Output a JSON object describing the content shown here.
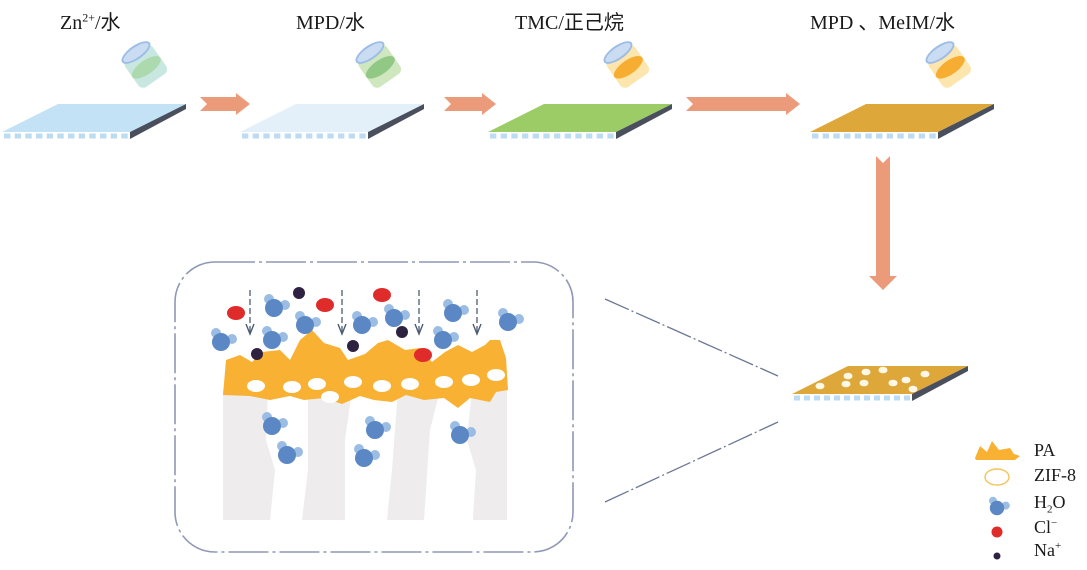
{
  "steps": [
    {
      "id": "zn",
      "label_main": "Zn",
      "label_sup": "2+",
      "label_rest": "/水",
      "beaker_liquid": "#a8d8a8",
      "beaker_body": "#bfe3dc",
      "membrane_top": "#c4e2f5"
    },
    {
      "id": "mpd",
      "label_main": "MPD/水",
      "label_sup": "",
      "label_rest": "",
      "beaker_liquid": "#8cc47e",
      "beaker_body": "#c6e3b4",
      "membrane_top": "#e3f0fa"
    },
    {
      "id": "tmc",
      "label_main": "TMC/正己烷",
      "label_sup": "",
      "label_rest": "",
      "beaker_liquid": "#f5a623",
      "beaker_body": "#fde2a0",
      "membrane_top": "#9ccc65"
    },
    {
      "id": "mpd-meim",
      "label_main": "MPD 、MeIM/水",
      "label_sup": "",
      "label_rest": "",
      "beaker_liquid": "#f5a623",
      "beaker_body": "#fde2a0",
      "membrane_top": "#dda73a"
    }
  ],
  "colors": {
    "arrow": "#eb9b7a",
    "membrane_side": "#4a4f5e",
    "support_stripe": "#bcdcf3",
    "pa": "#f8b133",
    "water_large": "#5b87c5",
    "water_small": "#9bbde3",
    "chloride": "#e02b2b",
    "sodium": "#2e2240",
    "pore_wall": "#eeecec",
    "frame": "#8f98b6",
    "flux_arrow": "#4d5c73"
  },
  "legend": [
    {
      "icon": "pa-icon",
      "label": "PA",
      "sub": "",
      "sup": "",
      "rest": ""
    },
    {
      "icon": "zif8-icon",
      "label": "ZIF-8",
      "sub": "",
      "sup": "",
      "rest": ""
    },
    {
      "icon": "water-icon",
      "label": "H",
      "sub": "2",
      "sup": "",
      "rest": "O"
    },
    {
      "icon": "chloride-icon",
      "label": "Cl",
      "sub": "",
      "sup": "−",
      "rest": ""
    },
    {
      "icon": "sodium-icon",
      "label": "Na",
      "sub": "",
      "sup": "+",
      "rest": ""
    }
  ]
}
